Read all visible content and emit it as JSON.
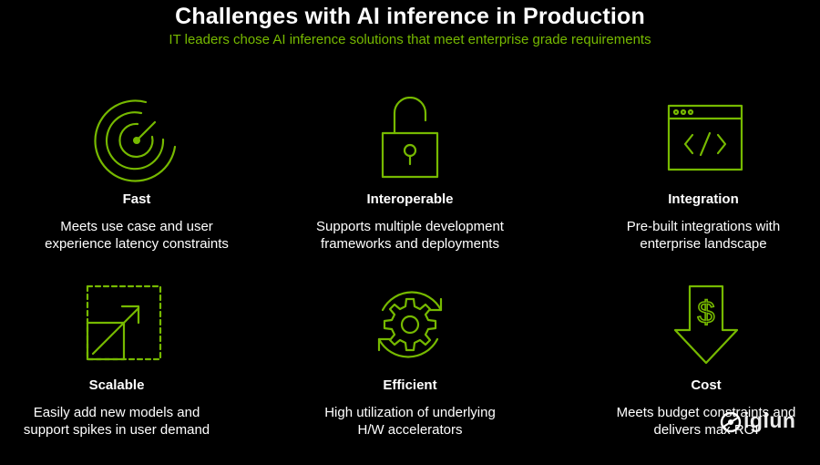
{
  "header": {
    "title": "Challenges with AI inference in Production",
    "subtitle": "IT leaders chose AI inference solutions that meet enterprise grade requirements"
  },
  "colors": {
    "background": "#000000",
    "accent": "#76b900",
    "text": "#ffffff"
  },
  "cards": [
    {
      "icon": "speedometer-icon",
      "title": "Fast",
      "desc": [
        "Meets use case and user",
        "experience latency constraints"
      ]
    },
    {
      "icon": "padlock-icon",
      "title": "Interoperable",
      "desc": [
        "Supports multiple development",
        "frameworks and deployments"
      ]
    },
    {
      "icon": "code-window-icon",
      "title": "Integration",
      "desc": [
        "Pre-built integrations with",
        "enterprise landscape"
      ]
    },
    {
      "icon": "scale-arrow-icon",
      "title": "Scalable",
      "desc": [
        "Easily add new models and",
        "support spikes in user demand"
      ]
    },
    {
      "icon": "gear-cycle-icon",
      "title": "Efficient",
      "desc": [
        "High utilization of underlying",
        "H/W accelerators"
      ]
    },
    {
      "icon": "dollar-down-arrow-icon",
      "title": "Cost",
      "desc": [
        "Meets budget constraints and",
        "delivers max ROI"
      ]
    }
  ],
  "watermark": {
    "text": "iglun"
  }
}
